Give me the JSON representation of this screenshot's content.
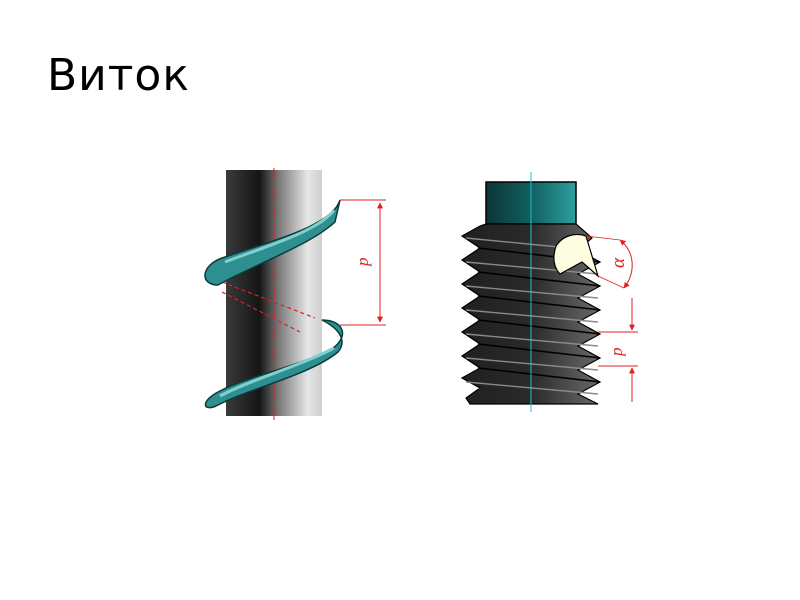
{
  "slide": {
    "title": "Виток"
  },
  "figure_left": {
    "pitch_label": "p"
  },
  "figure_right": {
    "pitch_label": "p",
    "angle_label": "α"
  },
  "colors": {
    "helix": "#2f8f90",
    "helix_highlight": "#7fd0cf",
    "dimension": "#e02020",
    "axis": "#e02020",
    "right_axis": "#20c0d0",
    "profile_fill": "#fffde0"
  }
}
